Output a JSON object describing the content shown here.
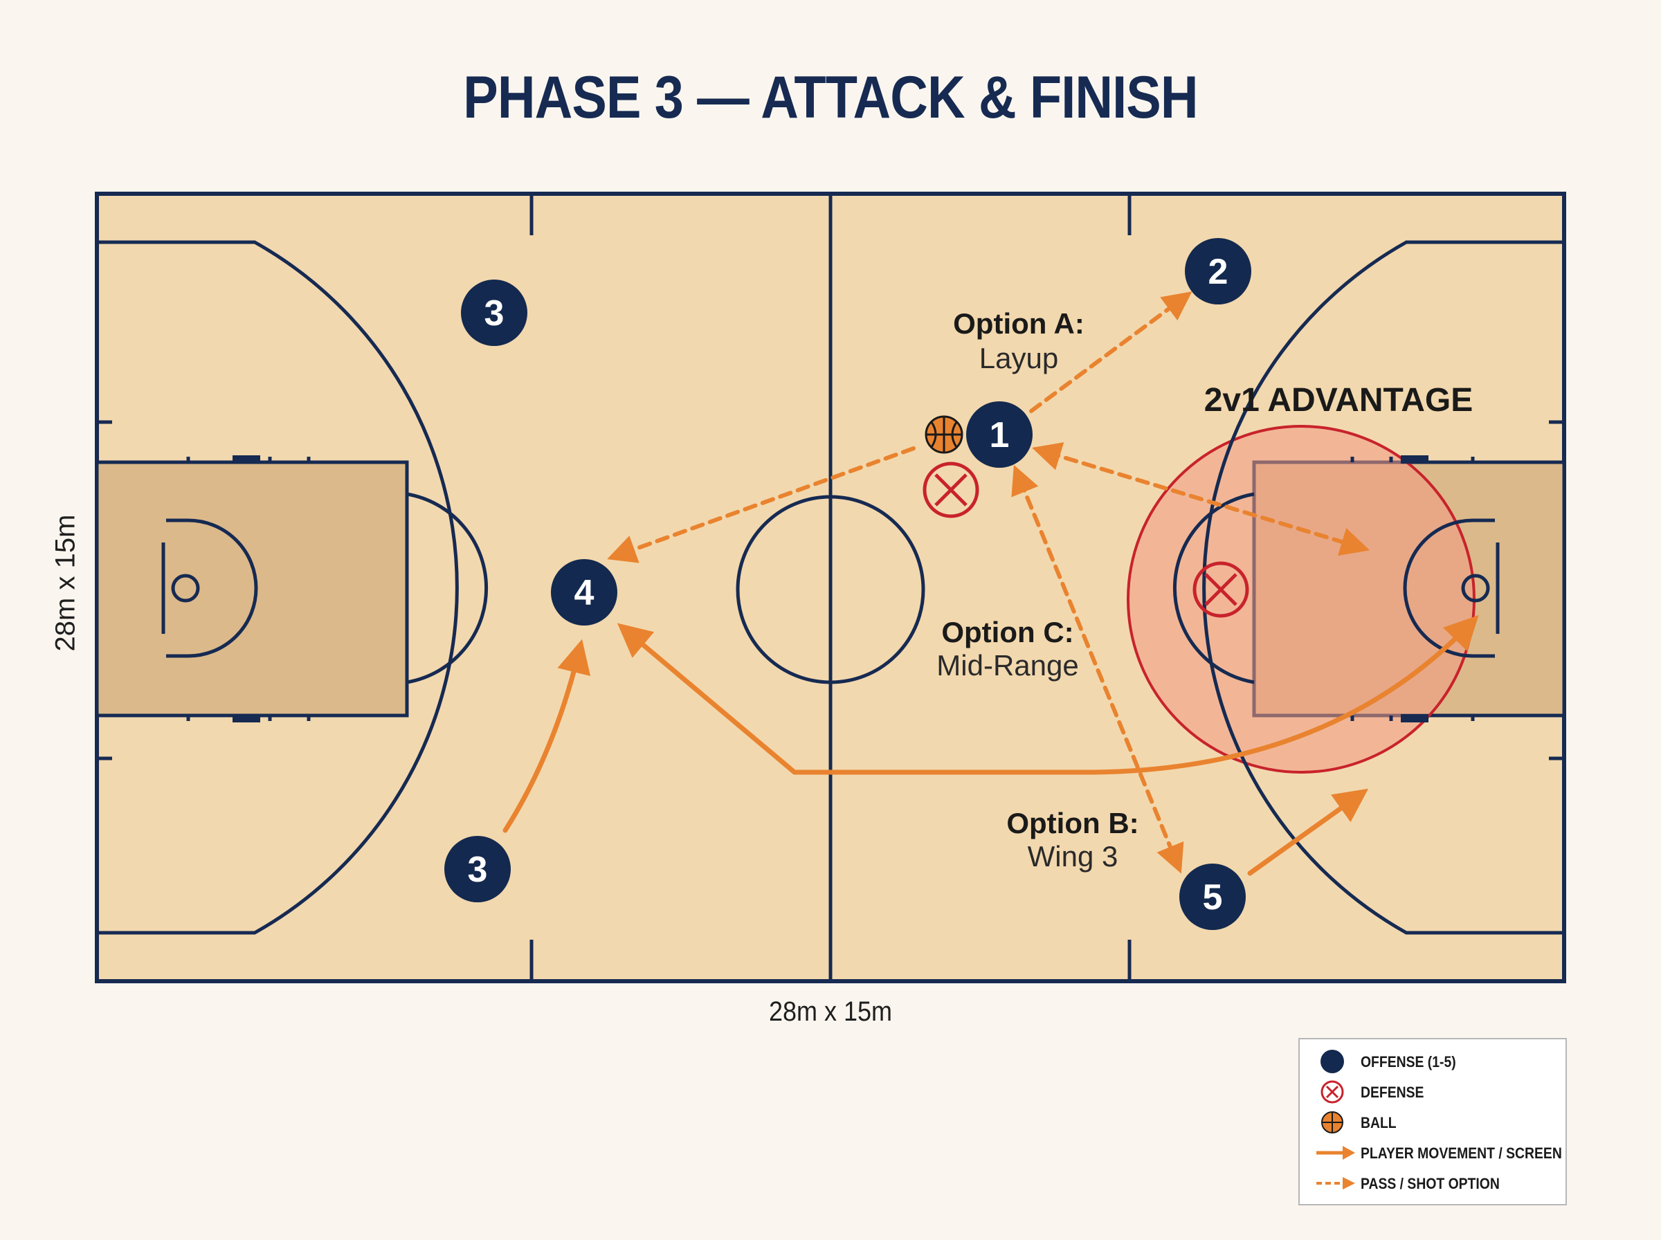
{
  "title": "PHASE 3 — ATTACK & FINISH",
  "dimensions": {
    "bottom": "28m x 15m",
    "left": "28m x 15m"
  },
  "zone_label": "2v1 ADVANTAGE",
  "options": {
    "a": {
      "title": "Option A:",
      "sub": "Layup"
    },
    "b": {
      "title": "Option B:",
      "sub": "Wing 3"
    },
    "c": {
      "title": "Option C:",
      "sub": "Mid-Range"
    }
  },
  "players": {
    "p1": "1",
    "p2": "2",
    "p3_top": "3",
    "p3_bottom": "3",
    "p4": "4",
    "p5": "5"
  },
  "legend": {
    "offense": "OFFENSE (1-5)",
    "defense": "DEFENSE",
    "ball": "BALL",
    "movement": "PLAYER MOVEMENT / SCREEN",
    "pass": "PASS / SHOT OPTION"
  },
  "colors": {
    "court": "#f2d8ae",
    "paint": "#dcb98a",
    "lines": "#162a52",
    "offense": "#13294f",
    "defense": "#c8232c",
    "arrow": "#e9832f",
    "advantage_zone": "#f29b84"
  }
}
